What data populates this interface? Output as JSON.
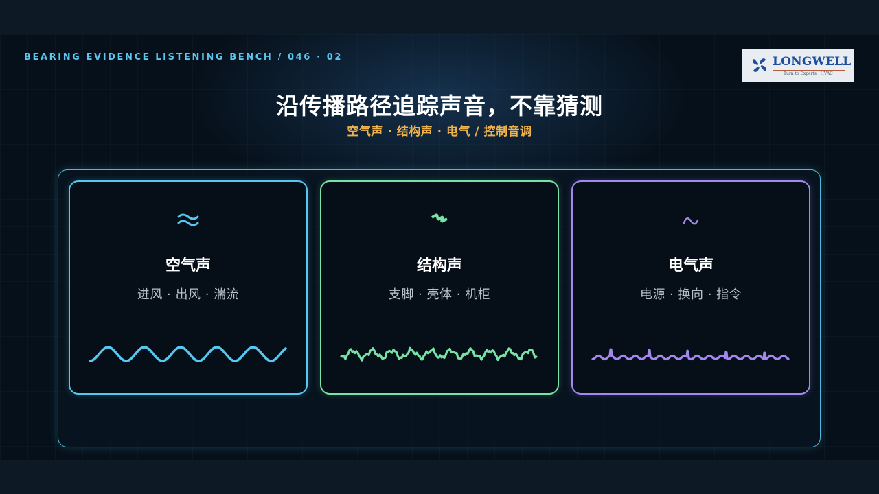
{
  "header": {
    "kicker": "BEARING EVIDENCE LISTENING BENCH / 046 · 02",
    "title": "沿传播路径追踪声音，不靠猜测",
    "subtitle": "空气声 · 结构声 · 电气 / 控制音调"
  },
  "logo": {
    "wordmark": "LONGWELL",
    "tagline": "Turn to Experts · HVAC",
    "icon": "fan-icon"
  },
  "cards": [
    {
      "icon": "airflow-wave-icon",
      "title": "空气声",
      "desc": "进风 · 出风 · 湍流",
      "accent": "#56c8ef"
    },
    {
      "icon": "lightning-icon",
      "title": "结构声",
      "desc": "支脚 · 壳体 · 机柜",
      "accent": "#79e2a6"
    },
    {
      "icon": "sine-tilde-icon",
      "title": "电气声",
      "desc": "电源 · 换向 · 指令",
      "accent": "#a488f2"
    }
  ]
}
